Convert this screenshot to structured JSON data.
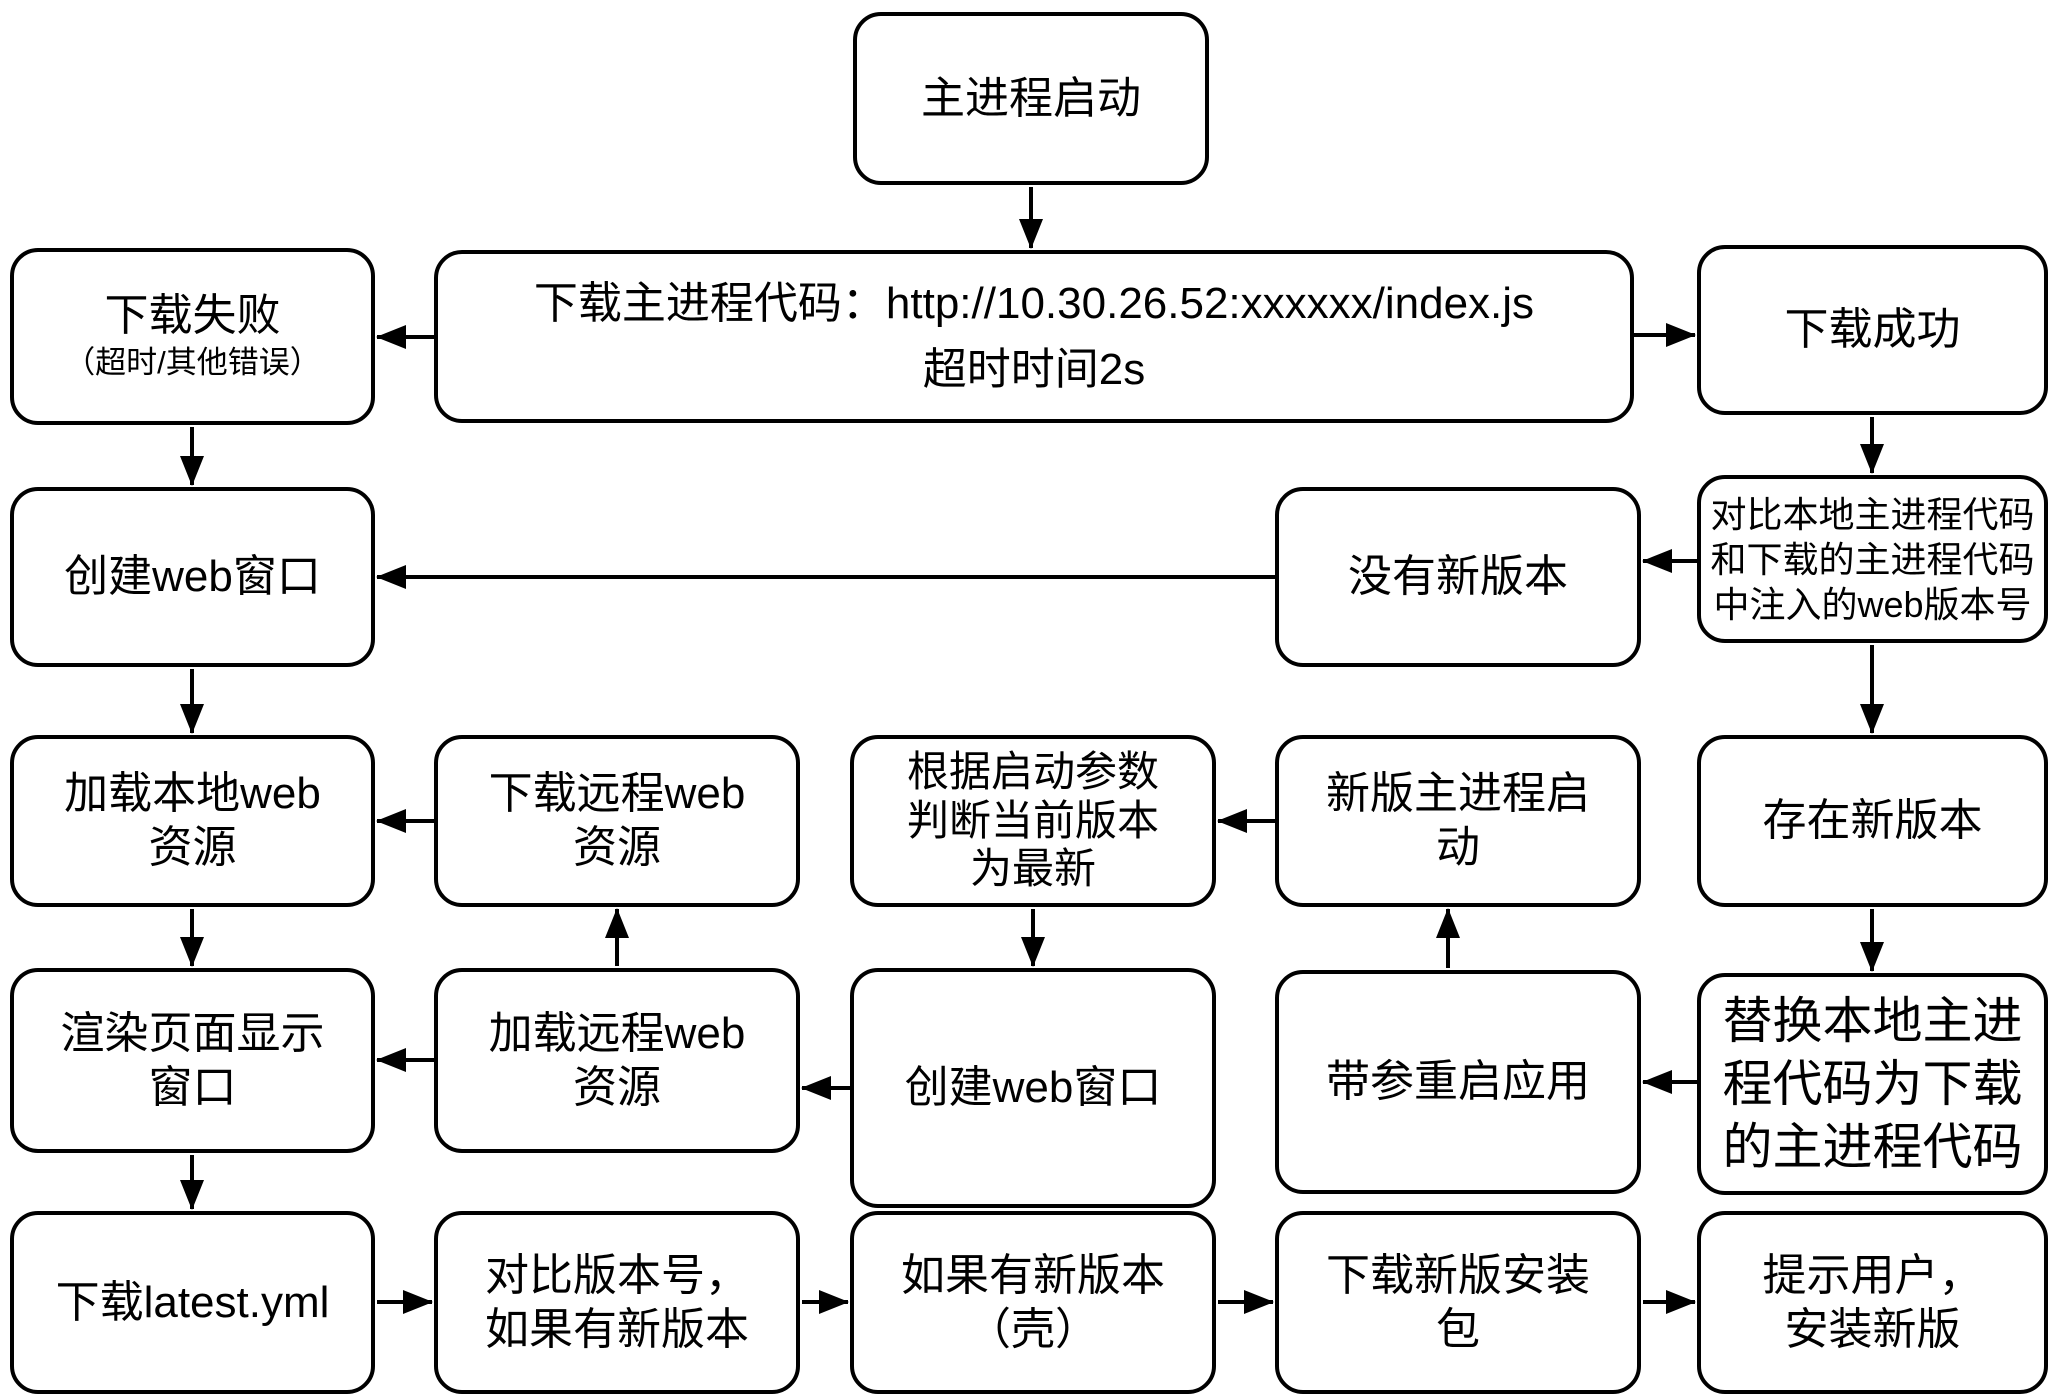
{
  "colors": {
    "background": "#ffffff",
    "node_border": "#000000",
    "text": "#000000",
    "arrow": "#000000"
  },
  "diagram": {
    "nodes": [
      {
        "id": "main-start",
        "label": "主进程启动"
      },
      {
        "id": "download-fail",
        "label": "下载失败",
        "note": "（超时/其他错误）"
      },
      {
        "id": "download-main-code",
        "label": "下载主进程代码：http://10.30.26.52:xxxxxx/index.js",
        "label2": "超时时间2s"
      },
      {
        "id": "download-success",
        "label": "下载成功"
      },
      {
        "id": "create-web-window-1",
        "label": "创建web窗口"
      },
      {
        "id": "no-new-version",
        "label": "没有新版本"
      },
      {
        "id": "compare-injected-version",
        "label": "对比本地主进程代码和下载的主进程代码中注入的web版本号"
      },
      {
        "id": "load-local-web",
        "label": "加载本地web资源"
      },
      {
        "id": "download-remote-web",
        "label": "下载远程web资源"
      },
      {
        "id": "judge-latest-by-args",
        "label": "根据启动参数判断当前版本为最新"
      },
      {
        "id": "new-main-start",
        "label": "新版主进程启动"
      },
      {
        "id": "new-version-exists",
        "label": "存在新版本"
      },
      {
        "id": "render-page-window",
        "label": "渲染页面显示窗口"
      },
      {
        "id": "load-remote-web",
        "label": "加载远程web资源"
      },
      {
        "id": "create-web-window-2",
        "label": "创建web窗口"
      },
      {
        "id": "restart-with-args",
        "label": "带参重启应用"
      },
      {
        "id": "replace-local-code",
        "label": "替换本地主进程代码为下载的主进程代码"
      },
      {
        "id": "download-latest-yml",
        "label": "下载latest.yml"
      },
      {
        "id": "compare-version-number",
        "label": "对比版本号，如果有新版本"
      },
      {
        "id": "new-shell-version",
        "label": "如果有新版本（壳）"
      },
      {
        "id": "download-installer",
        "label": "下载新版安装包"
      },
      {
        "id": "prompt-install",
        "label": "提示用户，安装新版"
      }
    ],
    "edges": [
      {
        "from": "main-start",
        "to": "download-main-code"
      },
      {
        "from": "download-main-code",
        "to": "download-fail"
      },
      {
        "from": "download-main-code",
        "to": "download-success"
      },
      {
        "from": "download-fail",
        "to": "create-web-window-1"
      },
      {
        "from": "download-success",
        "to": "compare-injected-version"
      },
      {
        "from": "compare-injected-version",
        "to": "no-new-version"
      },
      {
        "from": "no-new-version",
        "to": "create-web-window-1"
      },
      {
        "from": "create-web-window-1",
        "to": "load-local-web"
      },
      {
        "from": "load-local-web",
        "to": "render-page-window"
      },
      {
        "from": "download-remote-web",
        "to": "load-local-web"
      },
      {
        "from": "load-remote-web",
        "to": "download-remote-web"
      },
      {
        "from": "compare-injected-version",
        "to": "new-version-exists"
      },
      {
        "from": "new-version-exists",
        "to": "replace-local-code"
      },
      {
        "from": "new-main-start",
        "to": "judge-latest-by-args"
      },
      {
        "from": "judge-latest-by-args",
        "to": "create-web-window-2"
      },
      {
        "from": "create-web-window-2",
        "to": "load-remote-web"
      },
      {
        "from": "load-remote-web",
        "to": "render-page-window"
      },
      {
        "from": "restart-with-args",
        "to": "new-main-start"
      },
      {
        "from": "replace-local-code",
        "to": "restart-with-args"
      },
      {
        "from": "render-page-window",
        "to": "download-latest-yml"
      },
      {
        "from": "download-latest-yml",
        "to": "compare-version-number"
      },
      {
        "from": "compare-version-number",
        "to": "new-shell-version"
      },
      {
        "from": "new-shell-version",
        "to": "download-installer"
      },
      {
        "from": "download-installer",
        "to": "prompt-install"
      }
    ]
  }
}
